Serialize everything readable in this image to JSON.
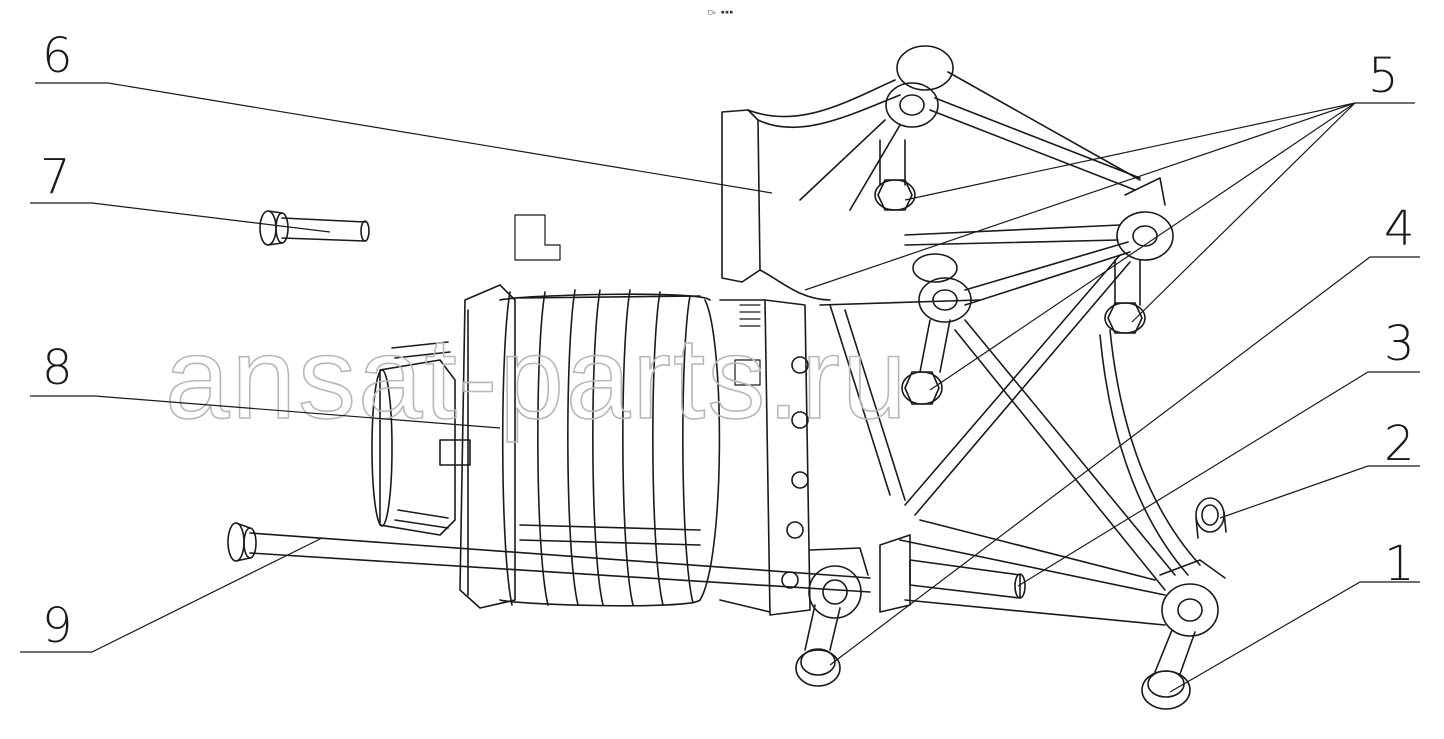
{
  "top_note": "□ₒ ▪▪▪",
  "watermark": "ansat-parts.ru",
  "callouts": [
    {
      "label": "1"
    },
    {
      "label": "2"
    },
    {
      "label": "3"
    },
    {
      "label": "4"
    },
    {
      "label": "5"
    },
    {
      "label": "6"
    },
    {
      "label": "7"
    },
    {
      "label": "8"
    },
    {
      "label": "9"
    }
  ]
}
